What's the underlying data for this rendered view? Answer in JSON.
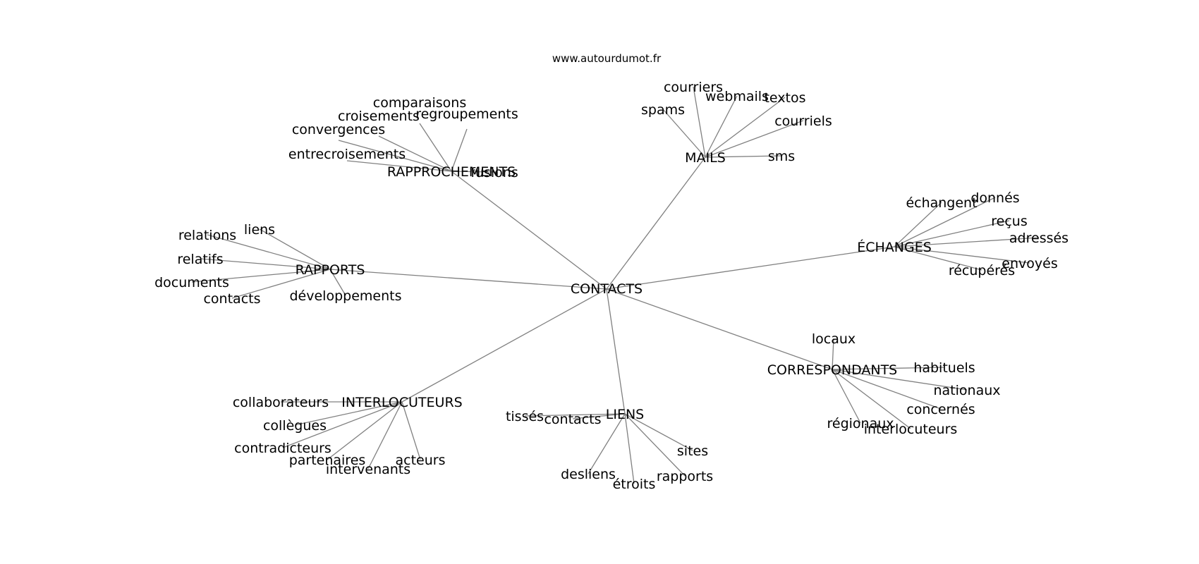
{
  "watermark": "www.autourdumot.fr",
  "center": "CONTACTS",
  "hubs": [
    {
      "key": "rapprochements",
      "label": "RAPPROCHEMENTS",
      "leaves": [
        "comparaisons",
        "croisements",
        "regroupements",
        "convergences",
        "entrecroisements",
        "fusions"
      ]
    },
    {
      "key": "mails",
      "label": "MAILS",
      "leaves": [
        "courriers",
        "webmails",
        "textos",
        "spams",
        "courriels",
        "sms"
      ]
    },
    {
      "key": "echanges",
      "label": "ÉCHANGES",
      "leaves": [
        "échangent",
        "donnés",
        "reçus",
        "adressés",
        "envoyés",
        "récupérés"
      ]
    },
    {
      "key": "rapports",
      "label": "RAPPORTS",
      "leaves": [
        "liens",
        "relations",
        "relatifs",
        "documents",
        "contacts",
        "développements"
      ]
    },
    {
      "key": "correspondants",
      "label": "CORRESPONDANTS",
      "leaves": [
        "locaux",
        "habituels",
        "nationaux",
        "concernés",
        "régionaux",
        "interlocuteurs"
      ]
    },
    {
      "key": "interlocuteurs",
      "label": "INTERLOCUTEURS",
      "leaves": [
        "collaborateurs",
        "collègues",
        "contradicteurs",
        "partenaires",
        "intervenants",
        "acteurs"
      ]
    },
    {
      "key": "liens",
      "label": "LIENS",
      "leaves": [
        "tissés",
        "contacts",
        "sites",
        "desliens",
        "étroits",
        "rapports"
      ]
    }
  ]
}
